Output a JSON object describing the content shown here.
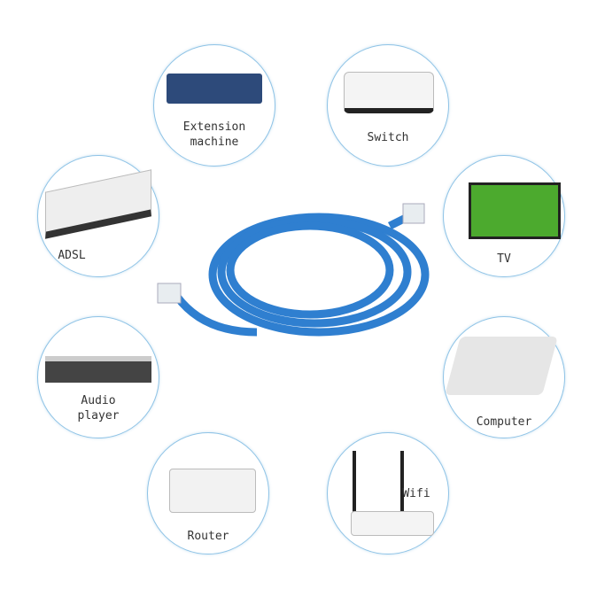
{
  "devices": [
    {
      "label": "Extension\nmachine",
      "l1": "Extension",
      "l2": "machine"
    },
    {
      "label": "Switch"
    },
    {
      "label": "ADSL"
    },
    {
      "label": "TV"
    },
    {
      "label": "Audio",
      "l2": "player"
    },
    {
      "label": "Computer"
    },
    {
      "label": "Router"
    },
    {
      "label": "Wifi"
    }
  ],
  "colors": {
    "cable": "#2f7fd0",
    "circle_border": "#8ec3e6"
  }
}
